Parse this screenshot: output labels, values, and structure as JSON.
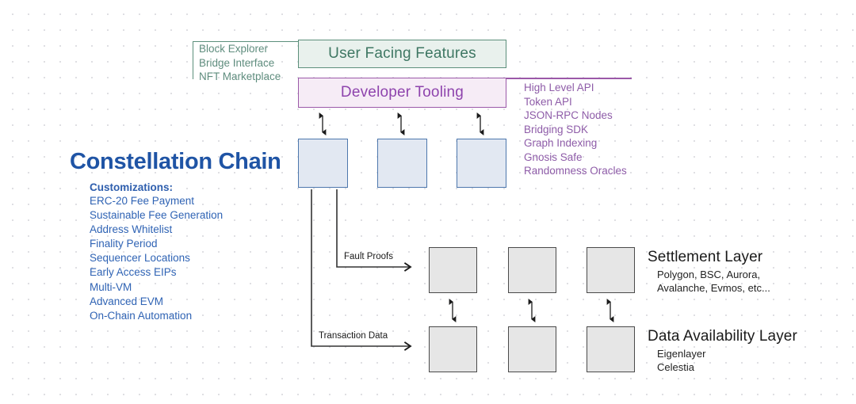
{
  "diagram": {
    "title": "Constellation Chain",
    "banners": {
      "user_facing": "User Facing Features",
      "developer_tooling": "Developer Tooling"
    },
    "user_facing_items": [
      "Block Explorer",
      "Bridge Interface",
      "NFT Marketplace"
    ],
    "developer_tooling_items": [
      "High Level API",
      "Token API",
      "JSON-RPC Nodes",
      "Bridging SDK",
      "Graph Indexing",
      "Gnosis Safe",
      "Randomness Oracles"
    ],
    "customizations_header": "Customizations:",
    "customizations": [
      "ERC-20 Fee Payment",
      "Sustainable Fee Generation",
      "Address Whitelist",
      "Finality Period",
      "Sequencer Locations",
      "Early Access EIPs",
      "Multi-VM",
      "Advanced EVM",
      "On-Chain Automation"
    ],
    "connectors": {
      "fault_proofs": "Fault Proofs",
      "transaction_data": "Transaction Data"
    },
    "settlement_layer": {
      "title": "Settlement Layer",
      "line1": "Polygon, BSC, Aurora,",
      "line2": "Avalanche, Evmos, etc..."
    },
    "data_availability_layer": {
      "title": "Data Availability Layer",
      "line1": "Eigenlayer",
      "line2": "Celestia"
    },
    "colors": {
      "green": "#5c8f7b",
      "green_fill": "#e9f1ed",
      "purple": "#9b59a8",
      "purple_fill": "#f6ecf6",
      "blue_title": "#1f54a5",
      "blue_box_border": "#4d77ad",
      "blue_box_fill": "#e2e8f2",
      "gray_box_border": "#4a4a4a",
      "gray_box_fill": "#e6e6e6",
      "dot_grid": "#d9d9de"
    },
    "boxes": {
      "chain_nodes": [
        "chain-node-1",
        "chain-node-2",
        "chain-node-3"
      ],
      "settlement_nodes": [
        "settlement-node-1",
        "settlement-node-2",
        "settlement-node-3"
      ],
      "da_nodes": [
        "da-node-1",
        "da-node-2",
        "da-node-3"
      ]
    }
  }
}
